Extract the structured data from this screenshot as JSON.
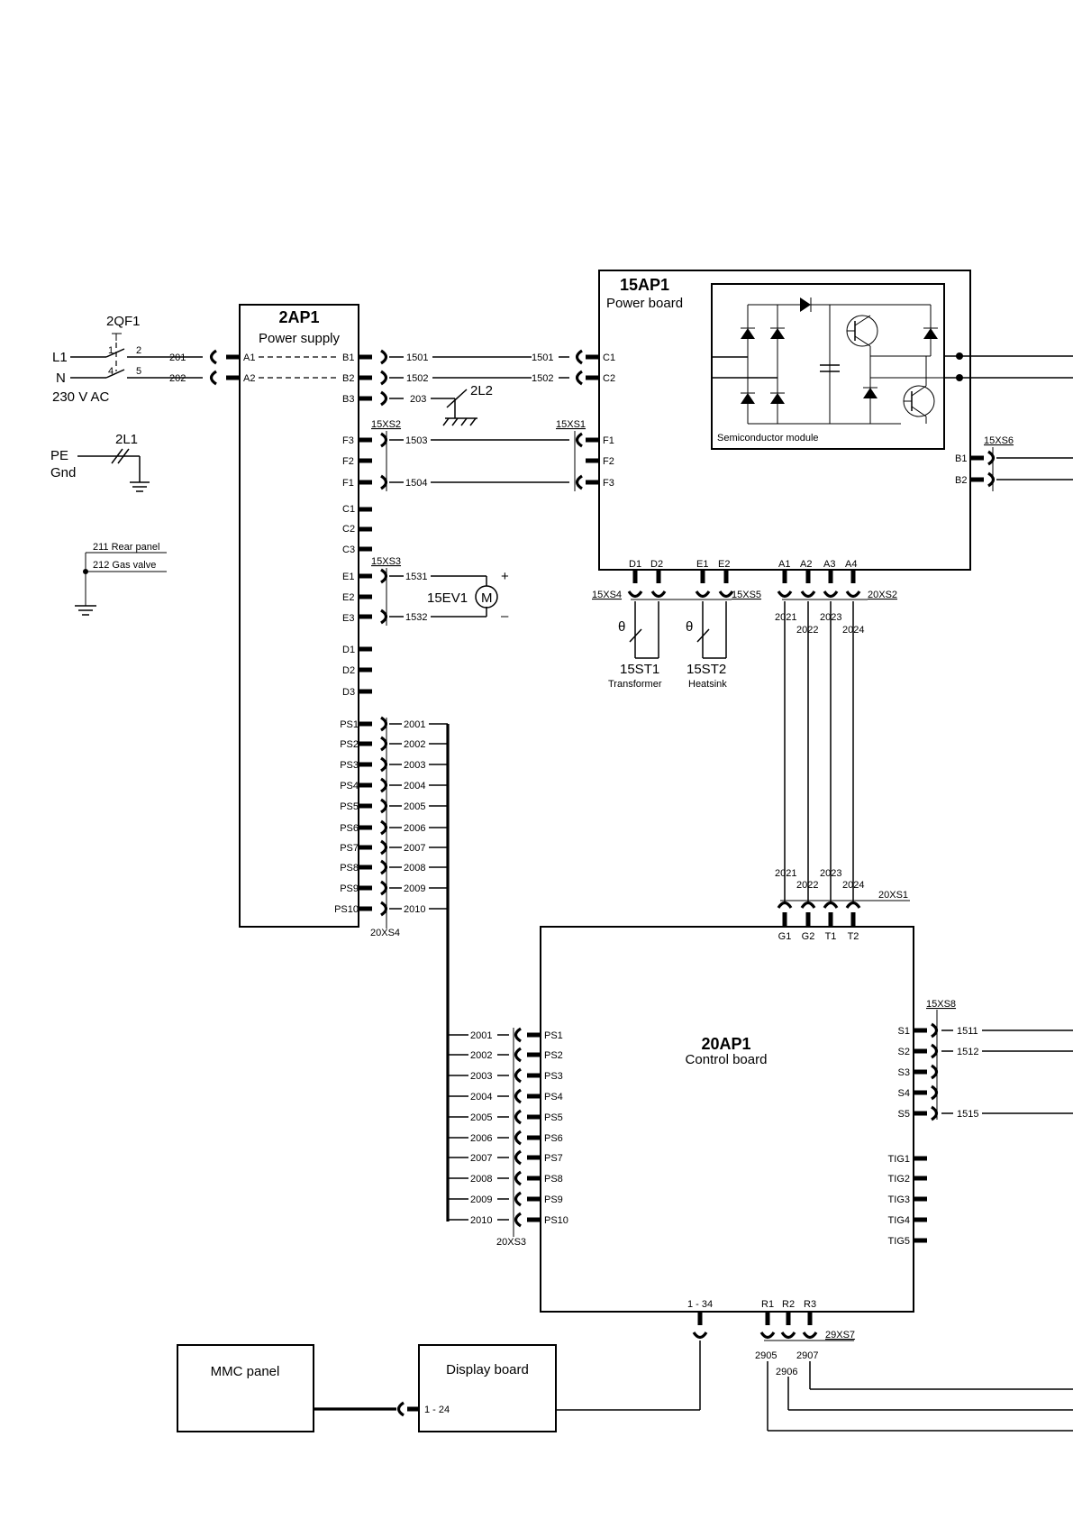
{
  "mains": {
    "breaker": "2QF1",
    "l1": "L1",
    "n": "N",
    "pole1": "1",
    "pole2": "2",
    "pole4": "4",
    "pole5": "5",
    "w201": "201",
    "w202": "202",
    "voltage": "230 V AC",
    "ferrite_2l1": "2L1",
    "pe": "PE",
    "gnd": "Gnd",
    "rear_panel": "211 Rear panel",
    "gas_valve": "212 Gas valve"
  },
  "ps": {
    "title": "2AP1",
    "subtitle": "Power supply",
    "pins": {
      "A1": "A1",
      "A2": "A2",
      "B1": "B1",
      "B2": "B2",
      "B3": "B3",
      "F3": "F3",
      "F2": "F2",
      "F1": "F1",
      "C1": "C1",
      "C2": "C2",
      "C3": "C3",
      "E1": "E1",
      "E2": "E2",
      "E3": "E3",
      "D1": "D1",
      "D2": "D2",
      "D3": "D3"
    },
    "ps_pins": [
      "PS1",
      "PS2",
      "PS3",
      "PS4",
      "PS5",
      "PS6",
      "PS7",
      "PS8",
      "PS9",
      "PS10"
    ],
    "ps_wires": [
      "2001",
      "2002",
      "2003",
      "2004",
      "2005",
      "2006",
      "2007",
      "2008",
      "2009",
      "2010"
    ],
    "xs2": "15XS2",
    "xs3": "15XS3",
    "xs4": "20XS4",
    "w1501": "1501",
    "w1502": "1502",
    "w203": "203",
    "w1503": "1503",
    "w1504": "1504",
    "w1531": "1531",
    "w1532": "1532",
    "l2": "2L2",
    "fan": "15EV1",
    "motor": "M",
    "plus": "+",
    "minus": "–"
  },
  "power": {
    "title": "15AP1",
    "subtitle": "Power board",
    "module": "Semiconductor module",
    "w1501": "1501",
    "w1502": "1502",
    "xs1": "15XS1",
    "pins": {
      "C1": "C1",
      "C2": "C2",
      "F1": "F1",
      "F2": "F2",
      "F3": "F3",
      "B1": "B1",
      "B2": "B2",
      "D1": "D1",
      "D2": "D2",
      "E1": "E1",
      "E2": "E2",
      "A1": "A1",
      "A2": "A2",
      "A3": "A3",
      "A4": "A4"
    },
    "xs6": "15XS6",
    "xs4": "15XS4",
    "xs5": "15XS5",
    "xs2b": "20XS2",
    "st1": "15ST1",
    "st1_desc": "Transformer",
    "st2": "15ST2",
    "st2_desc": "Heatsink",
    "theta": "θ",
    "top_wires": [
      "2021",
      "2022",
      "2023",
      "2024"
    ]
  },
  "control": {
    "title": "20AP1",
    "subtitle": "Control board",
    "bottom_wires": [
      "2021",
      "2022",
      "2023",
      "2024"
    ],
    "xs1": "20XS1",
    "top_pins": [
      "G1",
      "G2",
      "T1",
      "T2"
    ],
    "left_pins": [
      "PS1",
      "PS2",
      "PS3",
      "PS4",
      "PS5",
      "PS6",
      "PS7",
      "PS8",
      "PS9",
      "PS10"
    ],
    "left_wires": [
      "2001",
      "2002",
      "2003",
      "2004",
      "2005",
      "2006",
      "2007",
      "2008",
      "2009",
      "2010"
    ],
    "xs3": "20XS3",
    "xs8": "15XS8",
    "s_pins": [
      "S1",
      "S2",
      "S3",
      "S4",
      "S5"
    ],
    "w1511": "1511",
    "w1512": "1512",
    "w1515": "1515",
    "tig_pins": [
      "TIG1",
      "TIG2",
      "TIG3",
      "TIG4",
      "TIG5"
    ],
    "bus": "1 - 34",
    "r_pins": [
      "R1",
      "R2",
      "R3"
    ],
    "xs7": "29XS7",
    "w2905": "2905",
    "w2906": "2906",
    "w2907": "2907"
  },
  "mmc": {
    "label": "MMC panel"
  },
  "display": {
    "label": "Display board",
    "bus": "1 - 24"
  }
}
